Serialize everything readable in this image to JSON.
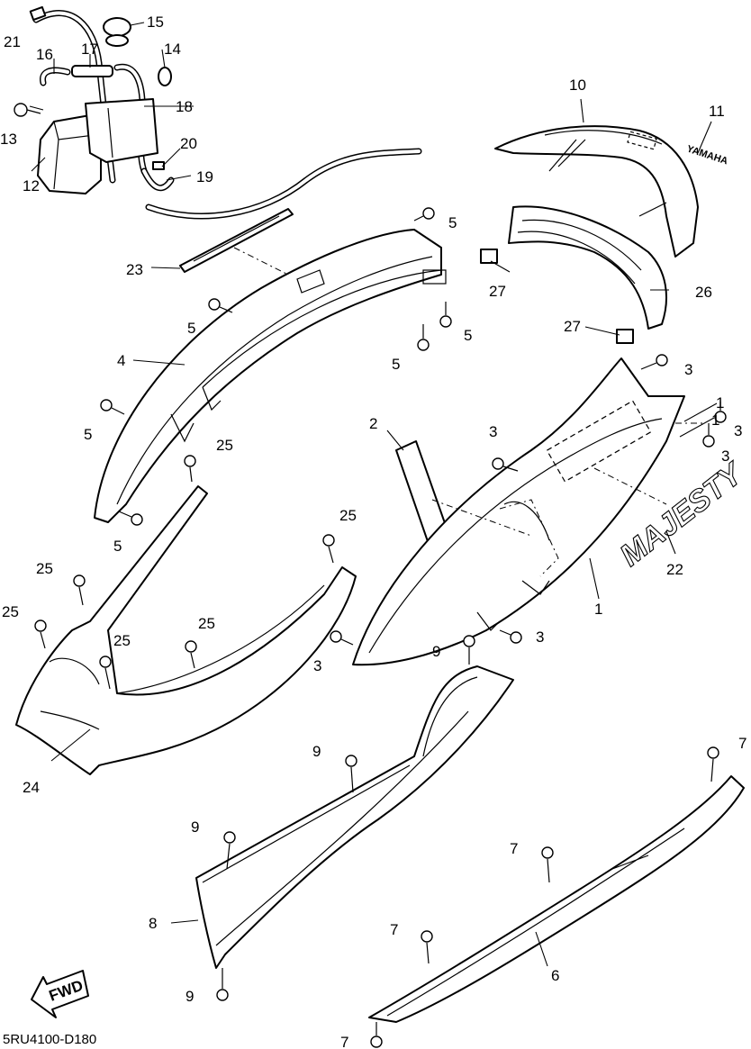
{
  "diagram": {
    "code": "5RU4100-D180",
    "fwd_label": "FWD",
    "emblems": {
      "majesty": "MAJESTY",
      "yamaha": "YAMAHA"
    },
    "callouts": {
      "p1": "1",
      "p1b": "1",
      "p1c": "1",
      "p2": "2",
      "p3a": "3",
      "p3b": "3",
      "p3c": "3",
      "p3d": "3",
      "p3e": "3",
      "p3f": "3",
      "p4": "4",
      "p5a": "5",
      "p5b": "5",
      "p5c": "5",
      "p5d": "5",
      "p5e": "5",
      "p5f": "5",
      "p6": "6",
      "p7a": "7",
      "p7b": "7",
      "p7c": "7",
      "p7d": "7",
      "p8": "8",
      "p9a": "9",
      "p9b": "9",
      "p9c": "9",
      "p9d": "9",
      "p10": "10",
      "p11": "11",
      "p12": "12",
      "p13": "13",
      "p14": "14",
      "p15": "15",
      "p16": "16",
      "p17": "17",
      "p18": "18",
      "p19": "19",
      "p20": "20",
      "p21": "21",
      "p22": "22",
      "p23": "23",
      "p24": "24",
      "p25a": "25",
      "p25b": "25",
      "p25c": "25",
      "p25d": "25",
      "p25e": "25",
      "p25f": "25",
      "p26": "26",
      "p27a": "27",
      "p27b": "27"
    }
  }
}
